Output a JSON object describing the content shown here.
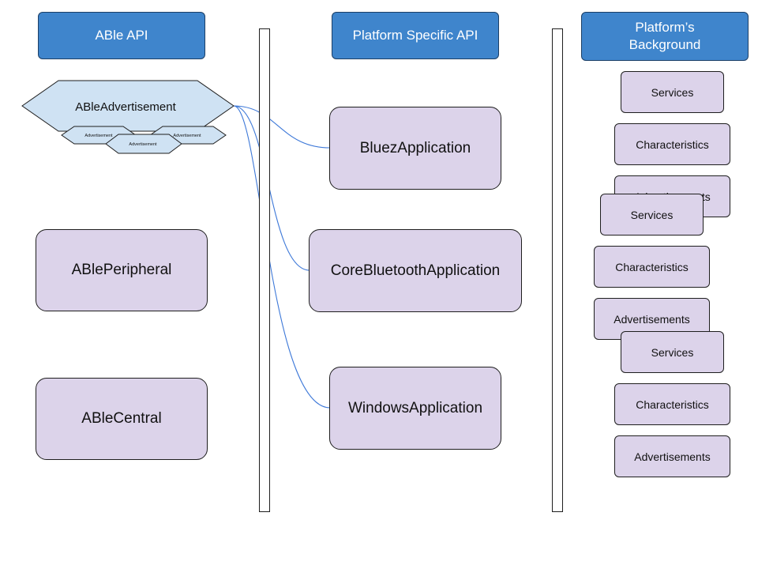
{
  "headers": {
    "able_api": "ABle API",
    "platform_specific_api": "Platform Specific API",
    "platform_background": "Platform’s\nBackground"
  },
  "able": {
    "advertisement": "ABleAdvertisement",
    "sub_advertisements": [
      "Advertisement",
      "Advertisement",
      "Advertisement"
    ],
    "peripheral": "ABlePeripheral",
    "central": "ABleCentral"
  },
  "platform_apps": [
    "BluezApplication",
    "CoreBluetoothApplication",
    "WindowsApplication"
  ],
  "background_groups": [
    {
      "services": "Services",
      "characteristics": "Characteristics",
      "advertisements": "Advertisements"
    },
    {
      "services": "Services",
      "characteristics": "Characteristics",
      "advertisements": "Advertisements"
    },
    {
      "services": "Services",
      "characteristics": "Characteristics",
      "advertisements": "Advertisements"
    }
  ],
  "colors": {
    "header_fill": "#3f85cc",
    "box_fill": "#dcd3ea",
    "hexagon_fill": "#cfe2f3",
    "connector": "#3d78d8"
  }
}
